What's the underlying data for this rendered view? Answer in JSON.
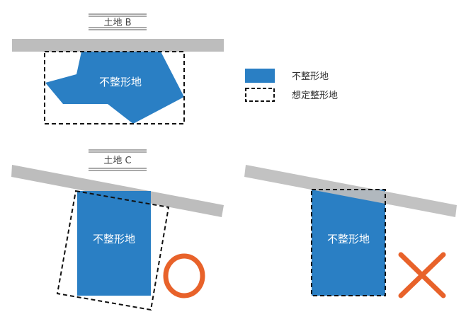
{
  "land_b": {
    "title": "土地 B",
    "shape_label": "不整形地"
  },
  "legend": {
    "irregular_label": "不整形地",
    "assumed_label": "想定整形地"
  },
  "land_c": {
    "title": "土地 C",
    "correct_example": {
      "shape_label": "不整形地",
      "verdict": "correct"
    },
    "incorrect_example": {
      "shape_label": "不整形地",
      "verdict": "incorrect"
    }
  },
  "colors": {
    "plot": "#2a7fc4",
    "road": "#bdbdbd",
    "mark": "#e8622a"
  }
}
